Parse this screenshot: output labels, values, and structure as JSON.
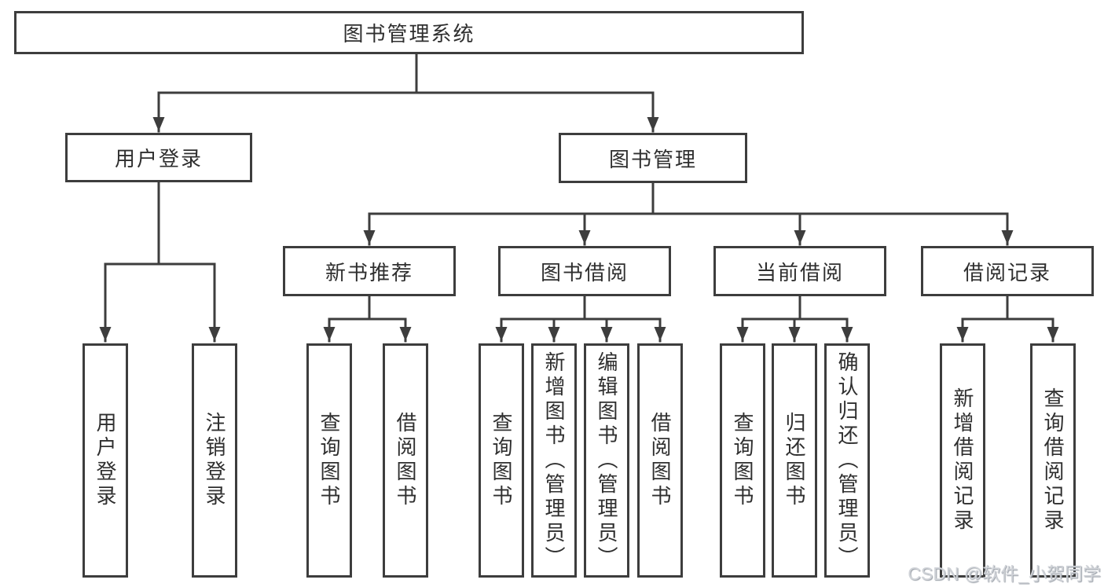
{
  "tree": {
    "root": {
      "label": "图书管理系统",
      "children": [
        {
          "label": "用户登录",
          "children": [
            {
              "label": "用户登录"
            },
            {
              "label": "注销登录"
            }
          ]
        },
        {
          "label": "图书管理",
          "children": [
            {
              "label": "新书推荐",
              "children": [
                {
                  "label": "查询图书"
                },
                {
                  "label": "借阅图书"
                }
              ]
            },
            {
              "label": "图书借阅",
              "children": [
                {
                  "label": "查询图书"
                },
                {
                  "label": "新增图书（管理员）"
                },
                {
                  "label": "编辑图书（管理员）"
                },
                {
                  "label": "借阅图书"
                }
              ]
            },
            {
              "label": "当前借阅",
              "children": [
                {
                  "label": "查询图书"
                },
                {
                  "label": "归还图书"
                },
                {
                  "label": "确认归还（管理员）"
                }
              ]
            },
            {
              "label": "借阅记录",
              "children": [
                {
                  "label": "新增借阅记录"
                },
                {
                  "label": "查询借阅记录"
                }
              ]
            }
          ]
        }
      ]
    }
  },
  "watermark": {
    "text": "CSDN @软件_小贺同学"
  },
  "colors": {
    "line": "#3d3d3d",
    "text": "#2f2f2f",
    "background": "#ffffff",
    "watermark": "#d0d3d8"
  }
}
